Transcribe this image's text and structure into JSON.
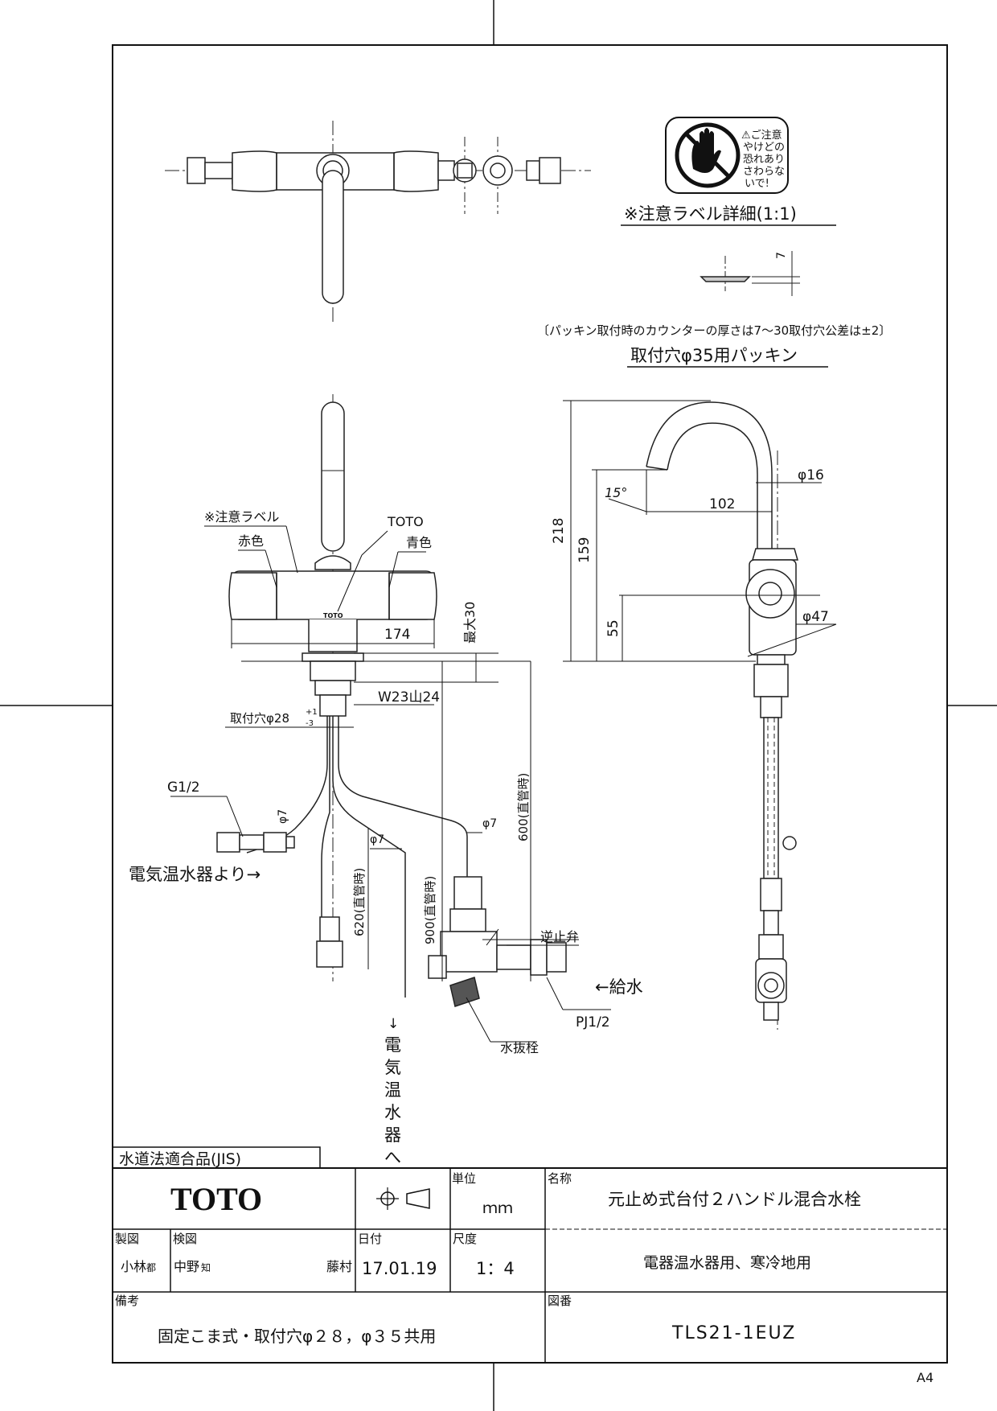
{
  "warning_label": {
    "line1": "⚠ご注意",
    "line2": "やけどの",
    "line3": "恐れあり",
    "line4": "さわらな",
    "line5": "いで!",
    "caption": "※注意ラベル詳細(1:1)"
  },
  "packing": {
    "dim_7": "7",
    "note": "〔パッキン取付時のカウンターの厚さは7～30取付穴公差は±2〕",
    "caption": "取付穴φ35用パッキン"
  },
  "front_view": {
    "label_caution": "※注意ラベル",
    "label_red": "赤色",
    "label_toto": "TOTO",
    "label_blue": "青色",
    "logo_small": "TOTO",
    "dim_174": "174",
    "dim_max30": "最大30",
    "dim_thread": "W23山24",
    "dim_hole": "取付穴φ28",
    "dim_hole_tol_plus": "+1",
    "dim_hole_tol_minus": "-3",
    "label_g12": "G1/2",
    "dim_phi7_a": "φ7",
    "from_heater": "電気温水器より→",
    "dim_phi7_b": "φ7",
    "dim_phi7_c": "φ7",
    "dim_620": "620(直管時)",
    "dim_900": "900(直管時)",
    "dim_600": "600(直管時)",
    "check_valve": "逆止弁",
    "supply": "←給水",
    "pj12": "PJ1/2",
    "drain_plug": "水抜栓",
    "to_heater": [
      "↓",
      "電",
      "気",
      "温",
      "水",
      "器",
      "へ"
    ]
  },
  "side_view": {
    "dim_218": "218",
    "dim_159": "159",
    "dim_55": "55",
    "dim_15deg": "15°",
    "dim_102": "102",
    "dim_phi16": "φ16",
    "dim_phi47": "φ47"
  },
  "title_block": {
    "jis": "水道法適合品(JIS)",
    "brand": "TOTO",
    "unit_header": "単位",
    "unit_value": "ｍｍ",
    "name_header": "名称",
    "name_value": "元止め式台付２ハンドル混合水栓",
    "drawn_header": "製図",
    "drawn_value": "小林",
    "drawn_stamp": "都",
    "checked_header": "検図",
    "checked_value": "中野",
    "checked_stamp": "知",
    "approved_value": "藤村",
    "date_header": "日付",
    "date_value": "17.01.19",
    "scale_header": "尺度",
    "scale_value": "1：4",
    "subtitle": "電器温水器用、寒冷地用",
    "remarks_header": "備考",
    "remarks_value": "固定こま式・取付穴φ２８，φ３５共用",
    "drawing_no_header": "図番",
    "drawing_no_value": "TLS21-1EUZ"
  },
  "paper_size": "A4"
}
